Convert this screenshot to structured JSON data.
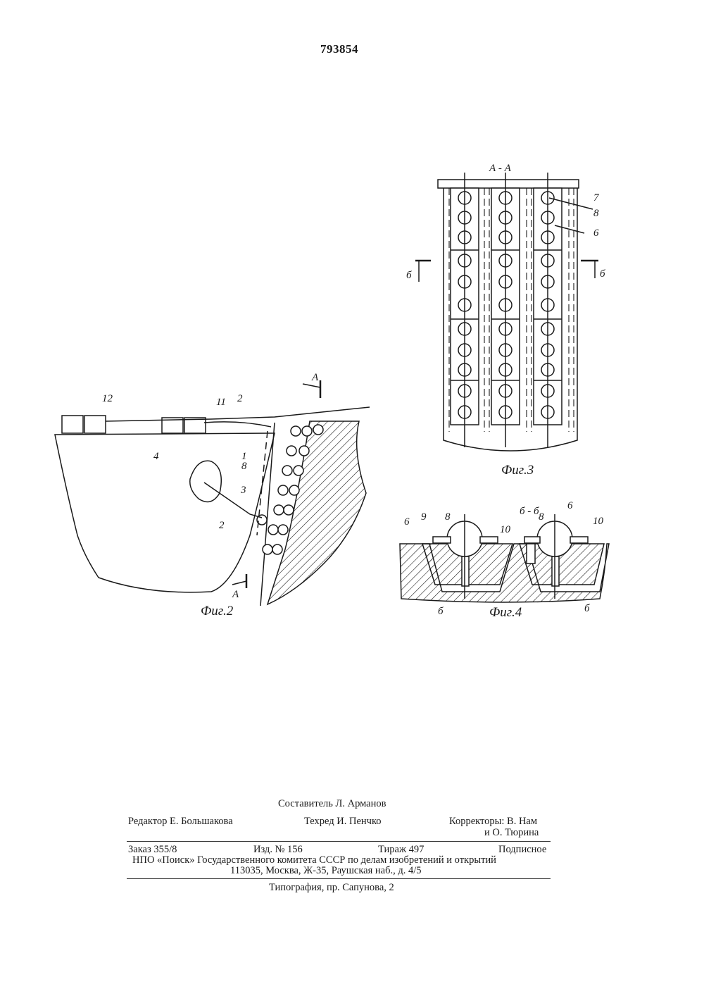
{
  "patent_number": "793854",
  "fig2": {
    "caption": "Фиг.2",
    "labels": [
      "12",
      "4",
      "11",
      "2",
      "1",
      "8",
      "3",
      "2",
      "А",
      "А"
    ]
  },
  "fig3": {
    "caption": "Фиг.3",
    "section_title": "А - А",
    "labels": [
      "7",
      "8",
      "6",
      "б",
      "б"
    ]
  },
  "fig4": {
    "caption": "Фиг.4",
    "section_title": "б - б",
    "labels": [
      "6",
      "9",
      "8",
      "10",
      "8",
      "6",
      "10",
      "б",
      "б"
    ]
  },
  "footer": {
    "compiler": "Составитель Л. Арманов",
    "editor": "Редактор Е. Большакова",
    "techred": "Техред И. Пенчко",
    "correctors_1": "Корректоры: В. Нам",
    "correctors_2": "и О. Тюрина",
    "order": "Заказ 355/8",
    "edition": "Изд. № 156",
    "circulation": "Тираж 497",
    "subscription": "Подписное",
    "org": "НПО «Поиск» Государственного комитета СССР по делам изобретений и открытий",
    "address": "113035, Москва, Ж-35, Раушская наб., д. 4/5",
    "printing": "Типография, пр. Сапунова, 2"
  }
}
